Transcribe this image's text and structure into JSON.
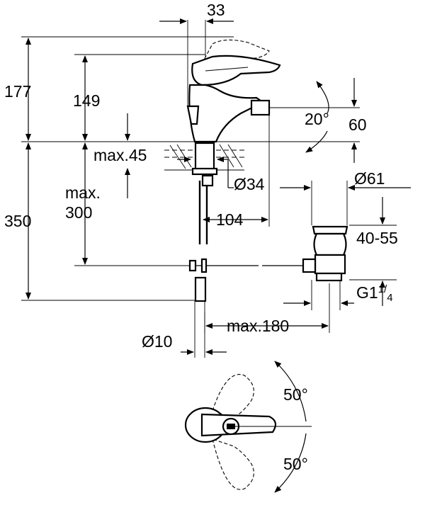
{
  "labels": {
    "d33": "33",
    "d177": "177",
    "d149": "149",
    "d20deg": "20°",
    "d60": "60",
    "dmax45": "max.45",
    "dmax_line1": "max.",
    "dmax_line2": "300",
    "dia34": "Ø34",
    "dia61": "Ø61",
    "d104": "104",
    "d350": "350",
    "d40_55": "40-55",
    "g_prefix": "G1",
    "g_sup": "1",
    "g_sub": "4",
    "dmax180": "max.180",
    "dia10": "Ø10",
    "angle_top": "50°",
    "angle_bottom": "50°"
  }
}
